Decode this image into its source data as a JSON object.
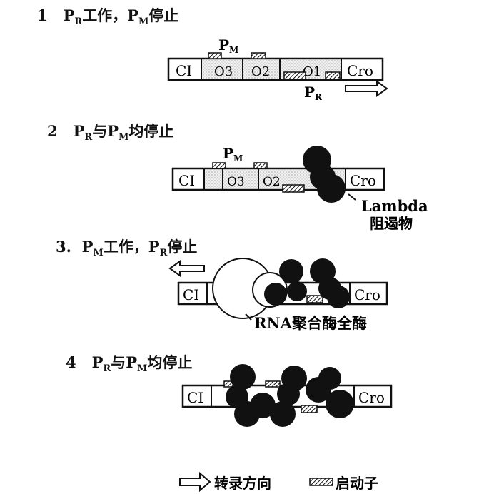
{
  "panels": [
    {
      "number": "1",
      "title": {
        "a": "P",
        "a_sub": "R",
        "mid": "工作，",
        "b": "P",
        "b_sub": "M",
        "end": "停止"
      },
      "segments": [
        "CI",
        "O3",
        "O2",
        "O1",
        "Cro"
      ],
      "label_pm": {
        "main": "P",
        "sub": "M"
      },
      "label_pr": {
        "main": "P",
        "sub": "R"
      }
    },
    {
      "number": "2",
      "title": {
        "a": "P",
        "a_sub": "R",
        "mid": "与",
        "b": "P",
        "b_sub": "M",
        "end": "均停止"
      },
      "segments": [
        "CI",
        "O3",
        "O2",
        "",
        "Cro"
      ],
      "label_pm": {
        "main": "P",
        "sub": "M"
      },
      "annotation": [
        "Lambda",
        "阻遏物"
      ]
    },
    {
      "number": "3.",
      "title": {
        "a": "P",
        "a_sub": "M",
        "mid": "工作，",
        "b": "P",
        "b_sub": "R",
        "end": "停止"
      },
      "segments": [
        "CI",
        "",
        "",
        "",
        "Cro"
      ],
      "annotation": [
        "RNA聚合酶全酶"
      ]
    },
    {
      "number": "4",
      "title": {
        "a": "P",
        "a_sub": "R",
        "mid": "与",
        "b": "P",
        "b_sub": "M",
        "end": "均停止"
      },
      "segments": [
        "CI",
        "",
        "",
        "",
        "Cro"
      ]
    }
  ],
  "legend": {
    "arrow_label": "转录方向",
    "promoter_label": "启动子"
  },
  "colors": {
    "ink": "#111111",
    "stipple": "#9a9a9a",
    "background": "#ffffff"
  }
}
